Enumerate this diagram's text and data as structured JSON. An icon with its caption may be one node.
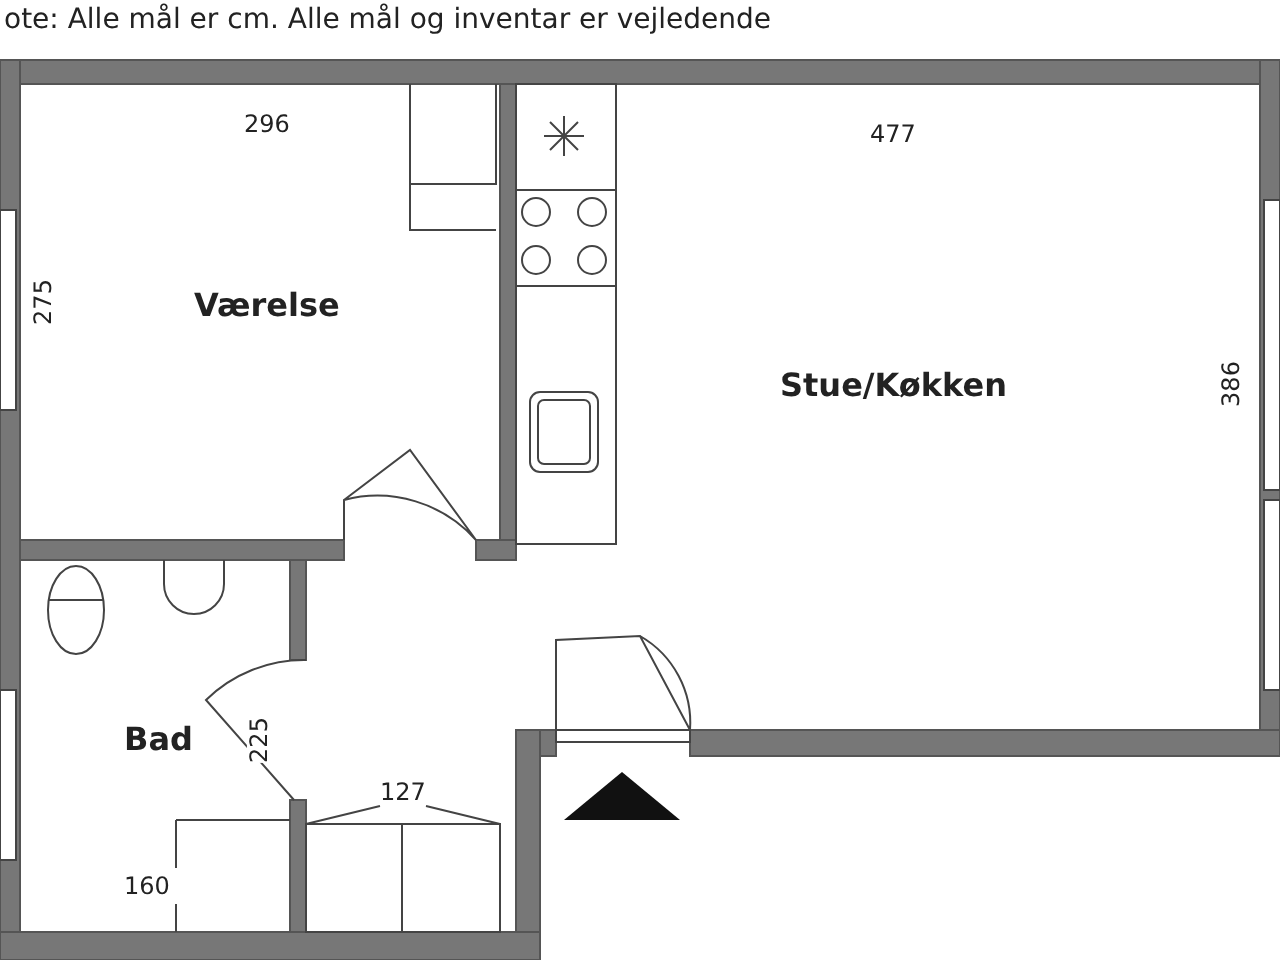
{
  "diagram": {
    "title": "ote: Alle mål er cm. Alle mål og inventar er vejledende",
    "nodes": [
      {
        "text": [
          "Værelse"
        ]
      },
      {
        "text": [
          "Stue/Køkken"
        ]
      },
      {
        "text": [
          "Bad"
        ]
      }
    ],
    "labels": [
      "296",
      "477",
      "275",
      "386",
      "225",
      "127",
      "160"
    ]
  }
}
